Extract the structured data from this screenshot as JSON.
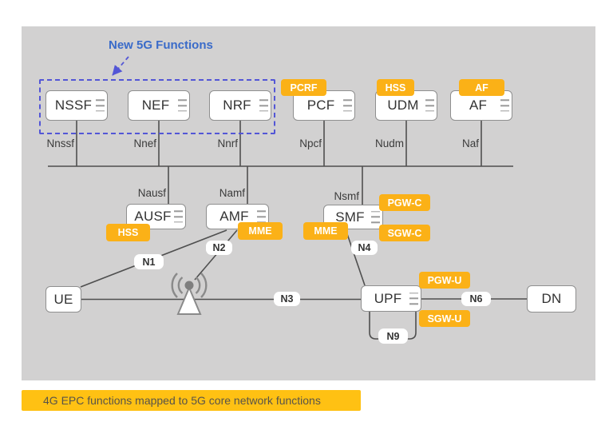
{
  "diagram": {
    "annotation_title": "New 5G Functions",
    "legend_text": "4G EPC functions mapped to 5G core network functions"
  },
  "nodes": {
    "nssf": "NSSF",
    "nef": "NEF",
    "nrf": "NRF",
    "pcf": "PCF",
    "udm": "UDM",
    "af": "AF",
    "ausf": "AUSF",
    "amf": "AMF",
    "smf": "SMF",
    "ue": "UE",
    "upf": "UPF",
    "dn": "DN"
  },
  "service_interfaces": {
    "nnssf": "Nnssf",
    "nnef": "Nnef",
    "nnrf": "Nnrf",
    "npcf": "Npcf",
    "nudm": "Nudm",
    "naf": "Naf",
    "nausf": "Nausf",
    "namf": "Namf",
    "nsmf": "Nsmf"
  },
  "reference_points": {
    "n1": "N1",
    "n2": "N2",
    "n3": "N3",
    "n4": "N4",
    "n6": "N6",
    "n9": "N9"
  },
  "epc_mappings": {
    "pcf": "PCRF",
    "udm": "HSS",
    "af": "AF",
    "ausf": "HSS",
    "amf": "MME",
    "smf_left": "MME",
    "smf_upper": "PGW-C",
    "smf_lower": "SGW-C",
    "upf_upper": "PGW-U",
    "upf_lower": "SGW-U"
  },
  "colors": {
    "tag_orange": "#FBB117",
    "legend_orange": "#FFC113",
    "annotation_blue": "#3A6BC9",
    "dashed_box_blue": "#5356D6",
    "panel_grey": "#D2D1D1",
    "line_grey": "#4F4F4F"
  }
}
